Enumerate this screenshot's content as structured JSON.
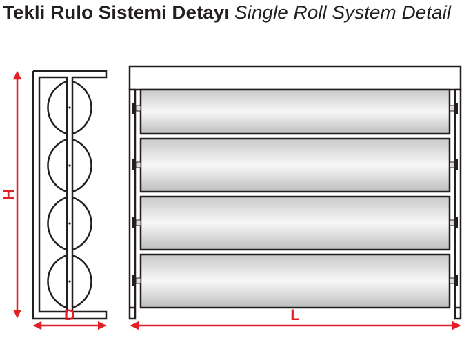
{
  "title": {
    "turkish": "Tekli Rulo Sistemi Detayı",
    "english": "Single Roll System Detail"
  },
  "dimensions": {
    "height_label": "H",
    "depth_label": "D",
    "length_label": "L"
  },
  "roll_count": 4,
  "colors": {
    "dimension": "#e31e24",
    "line": "#231f20"
  }
}
